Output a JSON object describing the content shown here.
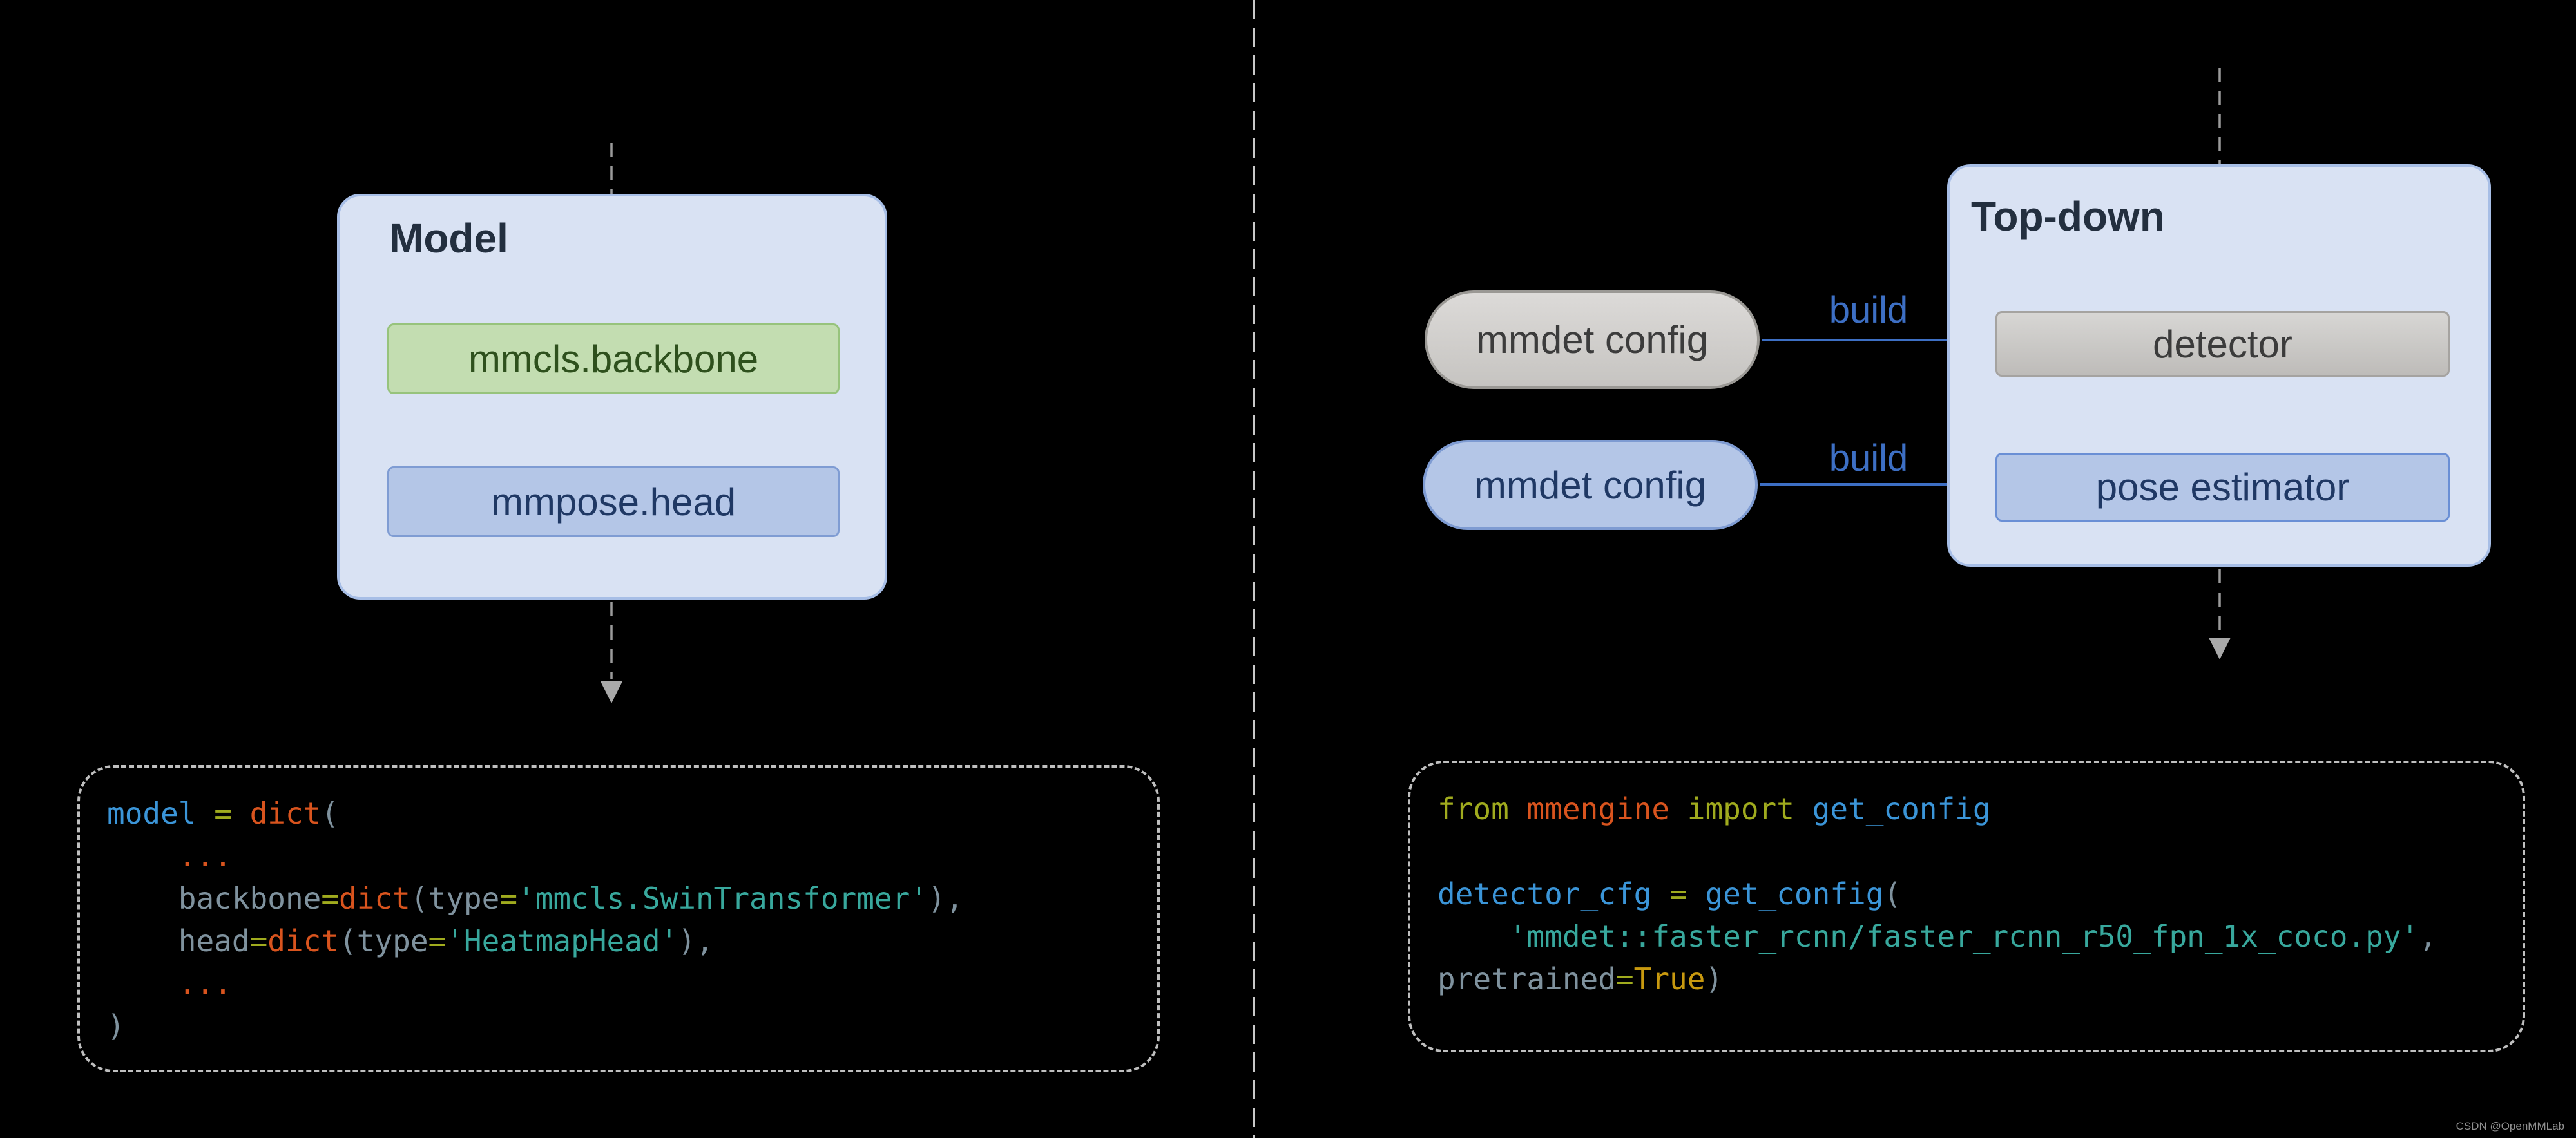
{
  "left": {
    "container_title": "Model",
    "backbone_label": "mmcls.backbone",
    "head_label": "mmpose.head",
    "code": [
      [
        [
          "blue",
          "model"
        ],
        [
          "plain",
          " "
        ],
        [
          "olive",
          "="
        ],
        [
          "plain",
          " "
        ],
        [
          "orange",
          "dict"
        ],
        [
          "gray",
          "("
        ]
      ],
      [
        [
          "plain",
          "    "
        ],
        [
          "orange",
          "..."
        ]
      ],
      [
        [
          "plain",
          "    "
        ],
        [
          "gray",
          "backbone"
        ],
        [
          "olive",
          "="
        ],
        [
          "orange",
          "dict"
        ],
        [
          "gray",
          "("
        ],
        [
          "gray",
          "type"
        ],
        [
          "olive",
          "="
        ],
        [
          "teal",
          "'mmcls.SwinTransformer'"
        ],
        [
          "gray",
          "),"
        ]
      ],
      [
        [
          "plain",
          "    "
        ],
        [
          "gray",
          "head"
        ],
        [
          "olive",
          "="
        ],
        [
          "orange",
          "dict"
        ],
        [
          "gray",
          "("
        ],
        [
          "gray",
          "type"
        ],
        [
          "olive",
          "="
        ],
        [
          "teal",
          "'HeatmapHead'"
        ],
        [
          "gray",
          "),"
        ]
      ],
      [
        [
          "plain",
          "    "
        ],
        [
          "orange",
          "..."
        ]
      ],
      [
        [
          "gray",
          ")"
        ]
      ]
    ]
  },
  "right": {
    "container_title": "Top-down",
    "detector_label": "detector",
    "pose_label": "pose estimator",
    "gray_pill_label": "mmdet config",
    "blue_pill_label": "mmdet config",
    "build_top_label": "build",
    "build_bottom_label": "build",
    "code": [
      [
        [
          "olive",
          "from"
        ],
        [
          "plain",
          " "
        ],
        [
          "orange",
          "mmengine"
        ],
        [
          "plain",
          " "
        ],
        [
          "olive",
          "import"
        ],
        [
          "plain",
          " "
        ],
        [
          "blue",
          "get_config"
        ]
      ],
      [],
      [
        [
          "blue",
          "detector_cfg"
        ],
        [
          "plain",
          " "
        ],
        [
          "olive",
          "="
        ],
        [
          "plain",
          " "
        ],
        [
          "blue",
          "get_config"
        ],
        [
          "gray",
          "("
        ]
      ],
      [
        [
          "plain",
          "    "
        ],
        [
          "teal",
          "'mmdet::faster_rcnn/faster_rcnn_r50_fpn_1x_coco.py'"
        ],
        [
          "gray",
          ","
        ]
      ],
      [
        [
          "gray",
          "pretrained"
        ],
        [
          "olive",
          "="
        ],
        [
          "gold",
          "True"
        ],
        [
          "gray",
          ")"
        ]
      ]
    ]
  },
  "watermark": "CSDN @OpenMMLab",
  "colors": {
    "background": "#000000",
    "panel_fill": "#d9e2f3",
    "panel_border": "#a7bee6",
    "green_fill": "#c3ddb1",
    "green_border": "#97c37c",
    "green_text": "#2e501d",
    "blue_fill": "#b4c6e7",
    "blue_border": "#7f9cd3",
    "navy_text": "#1f3864",
    "gray_fill": "#cfcdca",
    "gray_border": "#9a9894",
    "dark_gray_text": "#3b3b3b",
    "accent_blue": "#3d6fc4",
    "dashed_gray": "#9b9b9b",
    "arrowhead_gray": "#a9a9a9",
    "divider_gray": "#c9c9c9",
    "code_border": "#bfbfbf",
    "title_text": "#232f3f"
  }
}
